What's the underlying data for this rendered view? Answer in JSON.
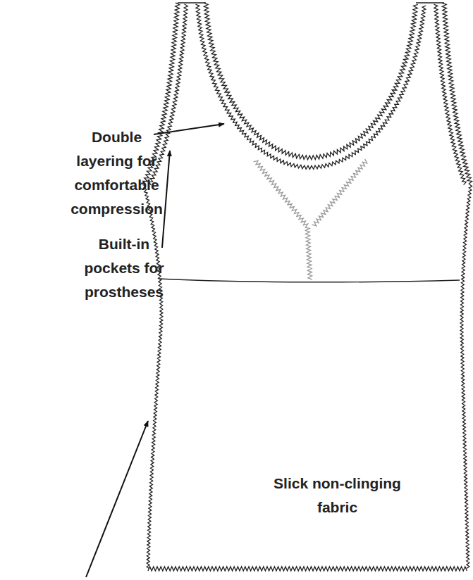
{
  "diagram": {
    "labels": [
      "Double layering for comfortable compression",
      "Built-in pockets for prostheses",
      "Slick non-clinging fabric"
    ]
  }
}
